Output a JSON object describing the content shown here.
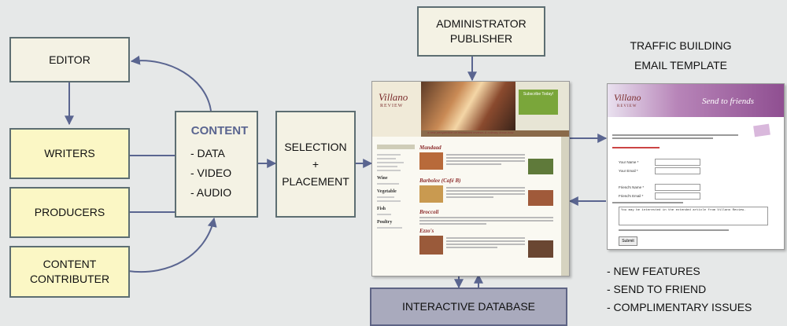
{
  "editor": "EDITOR",
  "writers": "WRITERS",
  "producers": "PRODUCERS",
  "contributor": [
    "CONTENT",
    "CONTRIBUTER"
  ],
  "content": {
    "title": "CONTENT",
    "items": [
      "- DATA",
      "- VIDEO",
      "- AUDIO"
    ]
  },
  "selection": [
    "SELECTION",
    "+",
    "PLACEMENT"
  ],
  "admin": [
    "ADMINISTRATOR",
    "PUBLISHER"
  ],
  "database": "INTERACTIVE DATABASE",
  "email_title": [
    "TRAFFIC BUILDING",
    "EMAIL TEMPLATE"
  ],
  "features": [
    "- NEW FEATURES",
    "- SEND TO FRIEND",
    "- COMPLIMENTARY ISSUES"
  ],
  "site": {
    "logo_main": "Villano",
    "logo_sub": "REVIEW",
    "tagline": "a new perspective on restaurant reviews & culinary know-how",
    "subscribe": "Subscribe Today!",
    "sidebar_items": [
      "Wine",
      "Vegetable",
      "Fish",
      "Poultry"
    ],
    "section_heads": [
      "Mandaad",
      "Barbolee (Café B)",
      "Broccoli",
      "Ezzo's"
    ]
  },
  "email": {
    "logo_main": "Villano",
    "logo_sub": "REVIEW",
    "heading": "Send to friends",
    "fields": [
      "Your Name *",
      "Your Email *",
      "Friend's Name *",
      "Friend's Email *"
    ],
    "message": "You may be interested in the extended article from Villano Review.",
    "submit": "Submit"
  },
  "colors": {
    "border": "#5d6e72",
    "arrow": "#5a6590",
    "cream": "#f4f2e4",
    "yellow": "#fbf7c5",
    "database": "#a9aabd"
  }
}
